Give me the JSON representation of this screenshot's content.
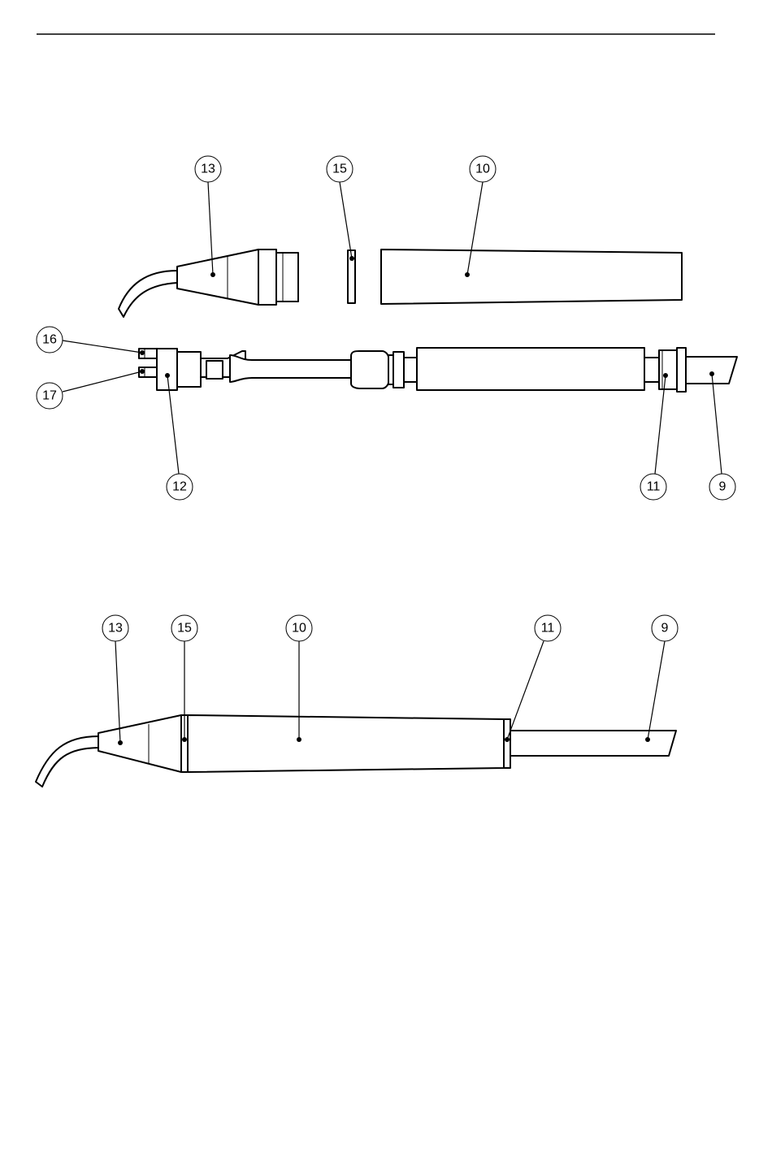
{
  "exploded_view": {
    "labels": {
      "13": "13",
      "15": "15",
      "10": "10",
      "16": "16",
      "17": "17",
      "12": "12",
      "11": "11",
      "9": "9"
    }
  },
  "assembled_view": {
    "labels": {
      "13": "13",
      "15": "15",
      "10": "10",
      "11": "11",
      "9": "9"
    }
  }
}
